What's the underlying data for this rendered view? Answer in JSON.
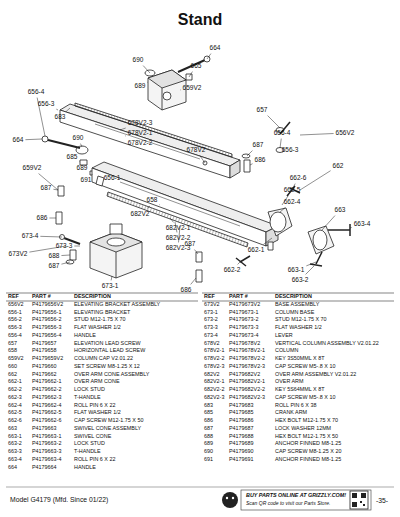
{
  "diagram": {
    "title": "Stand",
    "labels": [
      "664",
      "690",
      "665",
      "689",
      "659V2",
      "656-4",
      "656-3",
      "683",
      "657",
      "678V2-3",
      "678V2-1",
      "678V2-2",
      "656-4",
      "656V2",
      "678V2",
      "687",
      "686",
      "656-3",
      "664",
      "690",
      "685",
      "689",
      "659V2",
      "691",
      "656-1",
      "662",
      "662-6",
      "662-5",
      "687",
      "658",
      "662-4",
      "686",
      "682V2",
      "682V2-1",
      "682V2-2",
      "682V2-3",
      "663",
      "663-4",
      "673-4",
      "673-3",
      "673V2",
      "688",
      "687",
      "687",
      "662-1",
      "686",
      "673-1",
      "662-2",
      "663-1",
      "663-2",
      "REF",
      "PART #",
      "DESCRIPTION",
      "656V2",
      "P4179656V2",
      "ELEVATING BRACKET ASSEMBLY",
      "656-1",
      "P4179656-1",
      "ELEVATING BRACKET",
      "656-2",
      "P4179656-2",
      "STUD M12-1.75 X 70",
      "656-3",
      "P4179656-3",
      "FLAT WASHER 1/2",
      "656-4",
      "P4179656-4",
      "HANDLE",
      "657",
      "P4179657",
      "ELEVATION LEAD SCREW",
      "658",
      "P4179658",
      "HORIZONTAL LEAD SCREW",
      "659V2",
      "P4179659V2",
      "COLUMN CAP V2.01.22",
      "660",
      "P4179660",
      "SET SCREW M8-1.25 X 12",
      "662",
      "P4179662",
      "OVER ARM CONE ASSEMBLY",
      "662-1",
      "P4179662-1",
      "OVER ARM CONE",
      "662-2",
      "P4179662-2",
      "LOCK STUD",
      "662-3",
      "P4179662-3",
      "T-HANDLE",
      "662-4",
      "P4179662-4",
      "ROLL PIN 6 X 22",
      "662-5",
      "P4179662-5",
      "FLAT WASHER 1/2",
      "662-6",
      "P4179662-6",
      "CAP SCREW M12-1.75 X 50",
      "663",
      "P4179663",
      "SWIVEL CONE ASSEMBLY",
      "663-1",
      "P4179663-1",
      "SWIVEL CONE",
      "663-2",
      "P4179663-2",
      "LOCK STUD",
      "663-3",
      "P4179663-3",
      "T-HANDLE",
      "663-4",
      "P4179663-4",
      "ROLL PIN 6 X 22",
      "664",
      "P4179664",
      "HANDLE",
      "REF",
      "PART #",
      "DESCRIPTION",
      "673V2",
      "P4179673V2",
      "BASE ASSEMBLY",
      "673-1",
      "P4179673-1",
      "COLUMN BASE",
      "673-2",
      "P4179673-2",
      "STUD M12-1.75 X 70",
      "673-3",
      "P4179673-3",
      "FLAT WASHER 1/2",
      "673-4",
      "P4179673-4",
      "LEVER",
      "678V2",
      "P4179678V2",
      "VERTICAL COLUMN ASSEMBLY V2.01.22",
      "678V2-1",
      "P4179678V2-1",
      "COLUMN",
      "678V2-2",
      "P4179678V2-2",
      "KEY 3S50MML X 8T",
      "678V2-3",
      "P4179678V2-3",
      "CAP SCREW M5-.8 X 10",
      "682V2",
      "P4179682V2",
      "OVER ARM ASSEMBLY V2.01.22",
      "682V2-1",
      "P4179682V2-1",
      "OVER ARM",
      "682V2-2",
      "P4179682V2-2",
      "KEY 5S64MML X 8T",
      "682V2-3",
      "P4179682V2-3",
      "CAP SCREW M5-.8 X 10",
      "683",
      "P4179683",
      "ROLL PIN 6 X 38",
      "685",
      "P4179685",
      "CRANK ARM",
      "686",
      "P4179686",
      "HEX BOLT M12-1.75 X 70",
      "687",
      "P4179687",
      "LOCK WASHER 12MM",
      "688",
      "P4179688",
      "HEX BOLT M12-1.75 X 50",
      "689",
      "P4179689",
      "ANCHOR FINNED M8-1.25",
      "690",
      "P4179690",
      "CAP SCREW M8-1.25 X 20",
      "691",
      "P4179691",
      "ANCHOR FINNED M8-1.25",
      "Model G4179 (Mfd. Since 01/22)",
      "BUY PARTS ONLINE AT GRIZZLY.COM!",
      "Scan QR code to visit our Parts Store.",
      "-35-"
    ]
  }
}
